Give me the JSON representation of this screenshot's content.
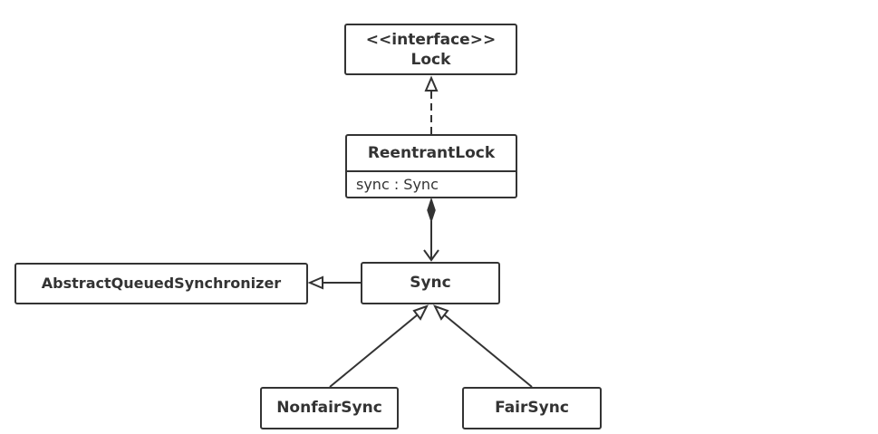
{
  "diagram": {
    "interface_node": {
      "stereotype": "<<interface>>",
      "name": "Lock"
    },
    "reentrant_node": {
      "name": "ReentrantLock",
      "attribute": "sync : Sync"
    },
    "sync_node": {
      "name": "Sync"
    },
    "aqs_node": {
      "name": "AbstractQueuedSynchronizer"
    },
    "nonfair_node": {
      "name": "NonfairSync"
    },
    "fair_node": {
      "name": "FairSync"
    }
  }
}
